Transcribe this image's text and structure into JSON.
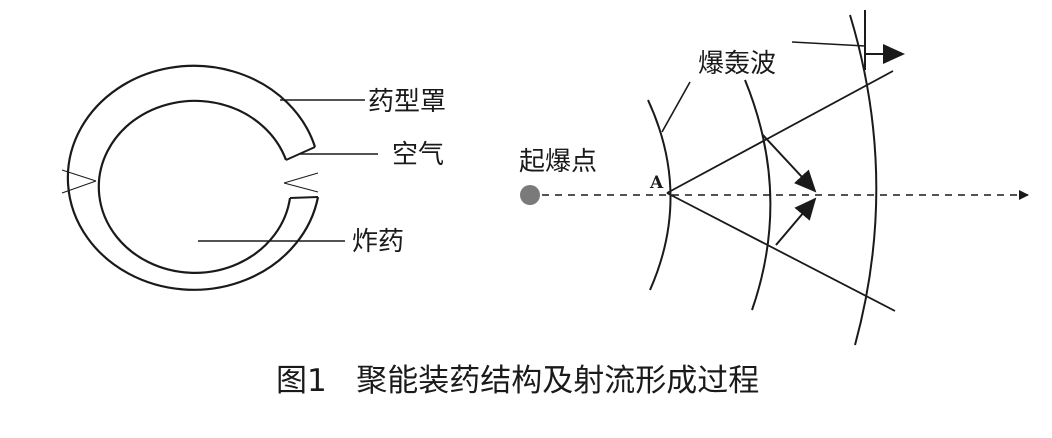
{
  "left_diagram": {
    "labels": {
      "liner": "药型罩",
      "air": "空气",
      "explosive": "炸药"
    }
  },
  "right_diagram": {
    "labels": {
      "detonation_wave": "爆轰波",
      "initiation_point": "起爆点",
      "point_a": "A"
    }
  },
  "caption": "图1   聚能装药结构及射流形成过程"
}
